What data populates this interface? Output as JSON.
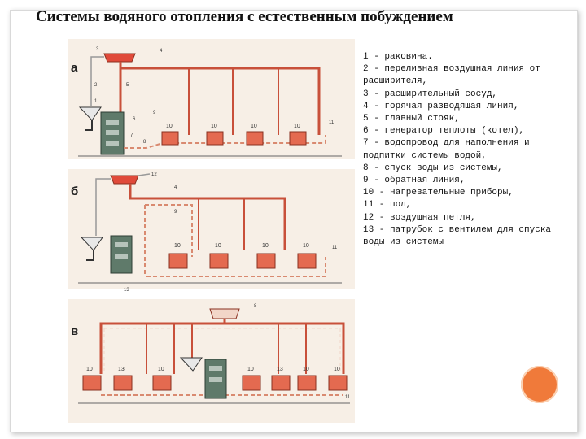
{
  "title": "Системы водяного отопления с естественным побуждением",
  "diagrams": [
    {
      "letter": "а",
      "radiator_labels": [
        "10",
        "10",
        "10",
        "10"
      ],
      "callouts": [
        "1",
        "2",
        "3",
        "4",
        "5",
        "6",
        "7",
        "8",
        "9",
        "11"
      ]
    },
    {
      "letter": "б",
      "radiator_labels": [
        "10",
        "10",
        "10",
        "10"
      ],
      "callouts": [
        "12",
        "4",
        "9",
        "11",
        "13"
      ]
    },
    {
      "letter": "в",
      "radiator_labels": [
        "10",
        "13",
        "10",
        "10",
        "13",
        "10",
        "10"
      ],
      "callouts": [
        "8",
        "11"
      ]
    }
  ],
  "legend": [
    "1 - раковина.",
    "2 - переливная воздушная линия от",
    "расширителя,",
    "3 - расширительный сосуд,",
    "4 - горячая разводящая линия,",
    "5 - главный стояк,",
    "6 - генератор теплоты (котел),",
    "7 - водопровод для наполнения и",
    "подпитки системы водой,",
    "8 - спуск воды из системы,",
    "9 - обратная линия,",
    "10 - нагревательные приборы,",
    "11 - пол,",
    "12 - воздушная петля,",
    "13 - патрубок с вентилем для спуска",
    "воды из системы"
  ],
  "colors": {
    "pipe_hot": "#c8503a",
    "pipe_return": "#d98a70",
    "radiator": "#e46a50",
    "boiler": "#5f7a6a",
    "panel": "#f7efe6"
  }
}
